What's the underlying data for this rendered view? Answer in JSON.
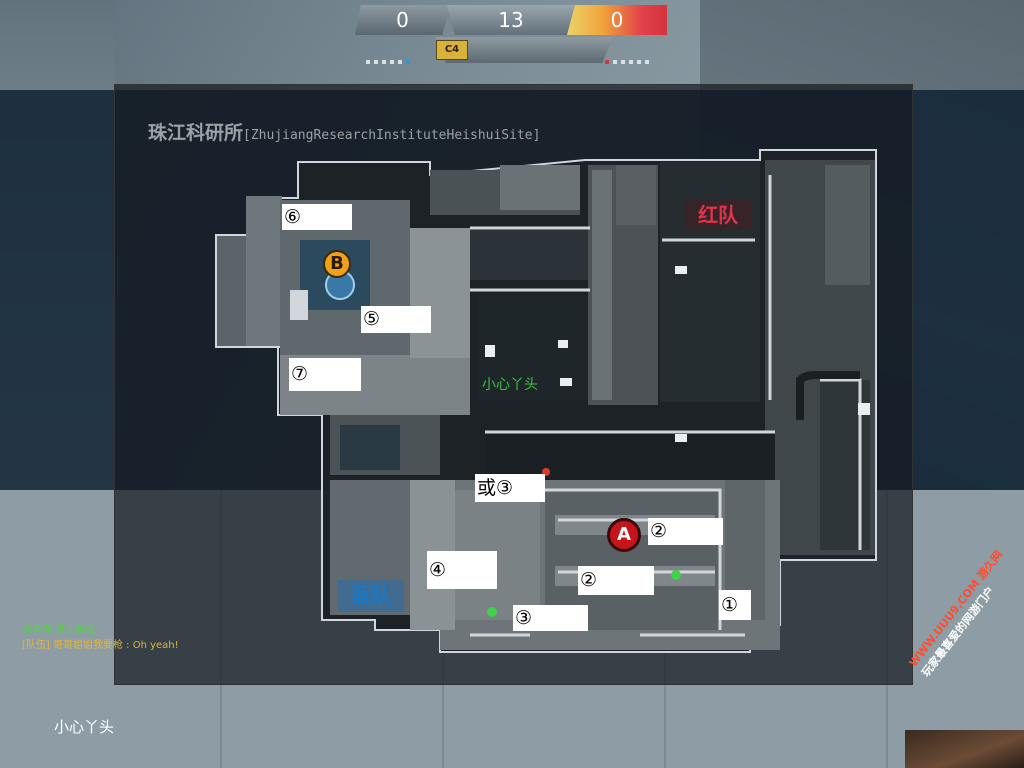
{
  "hud": {
    "blue_score": "0",
    "round_time": "13",
    "red_score": "0",
    "bomb_label": "C4"
  },
  "map": {
    "title": "珠江科研所",
    "subtitle": "[ZhujiangResearchInstituteHeishuiSite]",
    "red_zone": "红队",
    "blue_zone": "蓝队",
    "site_a": "A",
    "site_b": "B",
    "careful_label": "小心丫头",
    "markers": [
      "⑥",
      "⑤",
      "⑦",
      "或③",
      "④",
      "②",
      "②",
      "③",
      "①"
    ]
  },
  "chat": {
    "line1": "恭喜你  进入游戏",
    "line2": "[队伍]  哥哥姐姐我要枪 : Oh yeah!"
  },
  "bottom_label": "小心丫头",
  "watermark": {
    "line1": "WWW.UUU9.COM 游久网",
    "line2": "玩家最喜爱的网游门户"
  },
  "colors": {
    "red_team": "#e0344a",
    "blue_team": "#1a78c9",
    "site_a": "#c4161a",
    "site_b": "#f0a11c"
  }
}
